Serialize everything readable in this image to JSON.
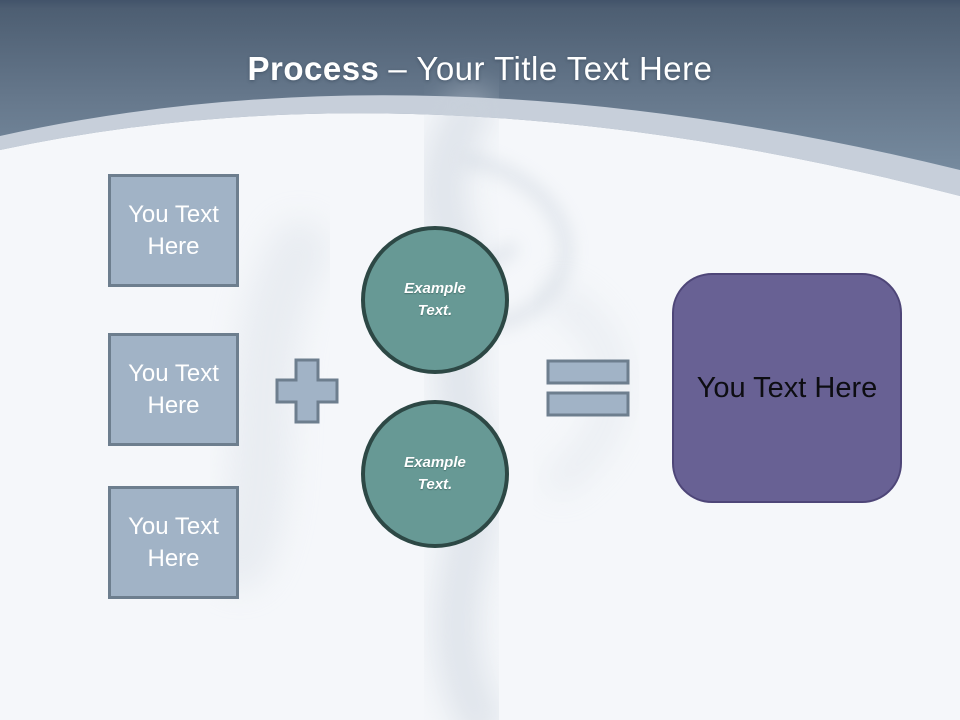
{
  "slide": {
    "header": {
      "title_emphasis": "Process",
      "title_rest": "– Your Title Text Here"
    },
    "input_boxes": [
      {
        "label": "You Text Here"
      },
      {
        "label": "You Text Here"
      },
      {
        "label": "You Text Here"
      }
    ],
    "operators": {
      "plus_icon": "plus",
      "equals_icon": "equals"
    },
    "example_circles": [
      {
        "label": "Example Text."
      },
      {
        "label": "Example Text."
      }
    ],
    "result_box": {
      "label": "You Text Here"
    }
  },
  "colors": {
    "header_top": "#4d5e72",
    "header_bottom": "#8197ab",
    "band": "#c7cfda",
    "body_bg": "#f5f7fa",
    "shape_fill": "#a1b3c6",
    "shape_border": "#6d7e8e",
    "circle_fill": "#679995",
    "circle_border": "#2d4845",
    "result_fill": "#686194",
    "result_border": "#4e4678",
    "title_text": "#ffffff",
    "box_text": "#ffffff",
    "circle_text": "#ffffff",
    "result_text": "#0d0d12"
  }
}
